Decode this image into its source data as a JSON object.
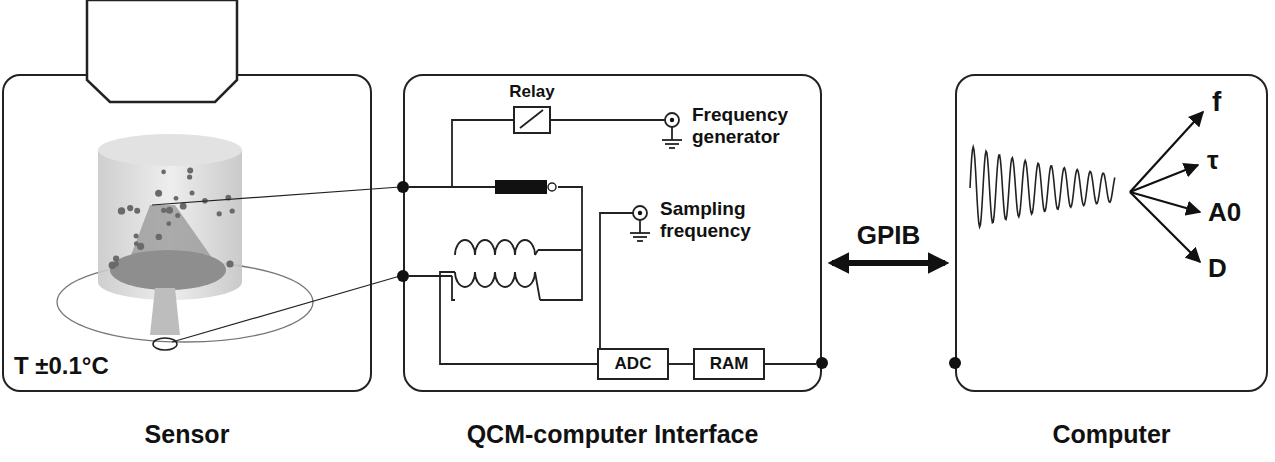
{
  "diagram": {
    "nodes": [
      {
        "text": [
          "Sensor"
        ]
      },
      {
        "text": [
          "QCM-computer Interface"
        ]
      },
      {
        "text": [
          "Relay"
        ],
        "in": 1
      },
      {
        "text": [
          "ADC"
        ],
        "in": 1
      },
      {
        "text": [
          "RAM"
        ],
        "in": 1
      },
      {
        "text": [
          "Computer"
        ]
      }
    ],
    "edges": [
      {
        "from": 3,
        "to": 4,
        "arrow": "none"
      },
      {
        "from": 1,
        "to": 5,
        "label": "GPIB",
        "arrow": "both"
      }
    ],
    "labels": [
      "T ±0.1°C",
      "Frequency generator",
      "Sampling frequency",
      "f",
      "τ",
      "A0",
      "D"
    ]
  }
}
